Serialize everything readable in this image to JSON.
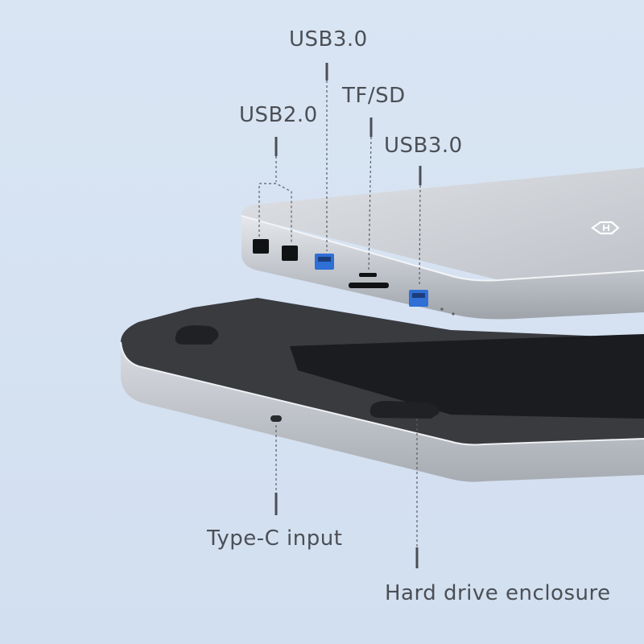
{
  "labels": {
    "usb30_top": "USB3.0",
    "tf_sd": "TF/SD",
    "usb20": "USB2.0",
    "usb30_right": "USB3.0",
    "type_c": "Type-C input",
    "hard_drive": "Hard drive enclosure"
  },
  "colors": {
    "background": "#d6e3f2",
    "aluminum": "#c9ccd1",
    "enclosure_top": "#3a3b3f",
    "usb3_blue": "#2f6fd6",
    "text": "#4b4f55"
  },
  "icons": [
    "brand-logo-icon"
  ]
}
